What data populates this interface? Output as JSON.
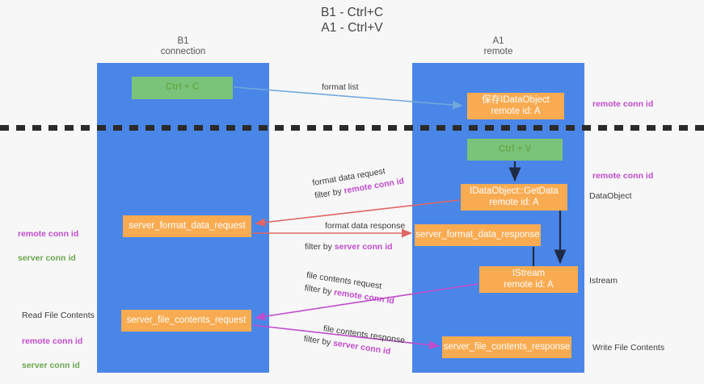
{
  "title": "B1 - Ctrl+C\nA1 - Ctrl+V",
  "lanes": [
    {
      "name": "b1",
      "header": "B1\nconnection",
      "color": "#4a86e8"
    },
    {
      "name": "a1",
      "header": "A1\nremote",
      "color": "#4a86e8"
    }
  ],
  "colors": {
    "lane": "#4a86e8",
    "green_node": "#79c479",
    "orange_node": "#f9ab51",
    "remote_conn_id": "#c04ccc",
    "server_conn_id": "#6aa84f",
    "arrow_blue": "#6fa8dc",
    "arrow_red": "#e06666",
    "arrow_magenta": "#c04ccc",
    "arrow_dark": "#1f2a44",
    "background": "#f7f7f7"
  },
  "nodes": {
    "ctrl_c": "Ctrl + C",
    "save_idataobject": "保存IDataObject\nremote id: A",
    "ctrl_v": "Ctrl + V",
    "idataobject_getdata": "IDataObject::GetData\nremote id: A",
    "server_format_data_request": "server_format_data_request",
    "server_format_data_response": "server_format_data_response",
    "istream": "IStream\nremote id: A",
    "server_file_contents_request": "server_file_contents_request",
    "server_file_contents_response": "server_file_contents_response"
  },
  "edge_labels": {
    "format_list": "format list",
    "format_data_request": {
      "line1": "format data request",
      "line2_prefix": "filter by ",
      "line2_highlight": "remote conn id"
    },
    "format_data_response": {
      "line1": "format data response",
      "line2_prefix": "filter by ",
      "line2_highlight": "server conn id"
    },
    "file_contents_request": {
      "line1": "file contents request",
      "line2_prefix": "filter by ",
      "line2_highlight": "remote conn id"
    },
    "file_contents_response": {
      "line1": "file contents response",
      "line2_prefix": "filter by ",
      "line2_highlight": "server conn id"
    }
  },
  "annotations": {
    "right_remote_conn_id_top": "remote conn id",
    "right_remote_conn_id_mid": "remote conn id",
    "right_dataobject": "DataObject",
    "right_istream": "Istream",
    "right_write_file_contents": "Write File Contents",
    "left_remote_conn_id": "remote conn id",
    "left_server_conn_id": "server conn id",
    "left_read_file_contents": "Read File Contents",
    "left_remote_conn_id_2": "remote conn id",
    "left_server_conn_id_2": "server conn id"
  }
}
